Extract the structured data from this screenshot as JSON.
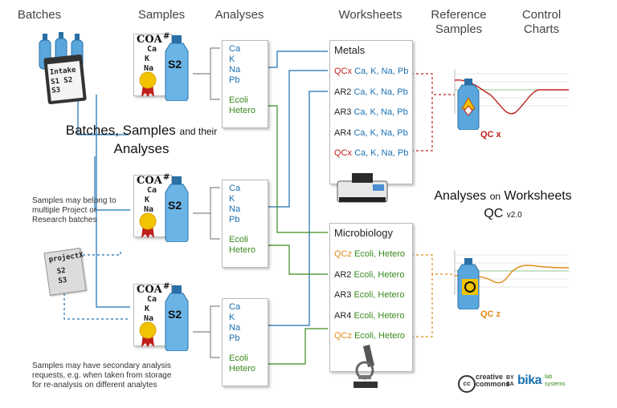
{
  "headers": {
    "batches": "Batches",
    "samples": "Samples",
    "analyses": "Analyses",
    "worksheets": "Worksheets",
    "reference_samples": "Reference\nSamples",
    "control_charts": "Control\nCharts"
  },
  "intake": {
    "title": "Intake",
    "line1": "S1 S2",
    "line2": "S3"
  },
  "projectx": {
    "title": "projectX",
    "line1": "S2",
    "line2": "S3"
  },
  "samples": [
    {
      "coa": "COA",
      "hash": "#",
      "elements": [
        "Ca",
        "K",
        "Na"
      ],
      "label": "S2"
    },
    {
      "coa": "COA",
      "hash": "#",
      "elements": [
        "Ca",
        "K",
        "Na"
      ],
      "label": "S2"
    },
    {
      "coa": "COA",
      "hash": "#",
      "elements": [
        "Ca",
        "K",
        "Na"
      ],
      "label": "S2"
    }
  ],
  "analyses": [
    {
      "chem": [
        "Ca",
        "K",
        "Na",
        "Pb"
      ],
      "micro": [
        "Ecoli",
        "Hetero"
      ]
    },
    {
      "chem": [
        "Ca",
        "K",
        "Na",
        "Pb"
      ],
      "micro": [
        "Ecoli",
        "Hetero"
      ]
    },
    {
      "chem": [
        "Ca",
        "K",
        "Na",
        "Pb"
      ],
      "micro": [
        "Ecoli",
        "Hetero"
      ]
    }
  ],
  "heading_main": {
    "part1": "Batches, Samples",
    "part2": "and their",
    "part3": "Analyses"
  },
  "notes": {
    "batches": "Samples may belong to\nmultiple Project or\nResearch batches",
    "secondary": "Samples may have secondary analysis\nrequests, e.g. when taken from storage\nfor re-analysis on different analytes"
  },
  "worksheets": {
    "metals": {
      "title": "Metals",
      "rows": [
        {
          "slot": "QCx",
          "kind": "qcx",
          "values": "Ca, K, Na, Pb"
        },
        {
          "slot": "AR2",
          "kind": "ar",
          "values": "Ca, K, Na, Pb"
        },
        {
          "slot": "AR3",
          "kind": "ar",
          "values": "Ca, K, Na, Pb"
        },
        {
          "slot": "AR4",
          "kind": "ar",
          "values": "Ca, K, Na, Pb"
        },
        {
          "slot": "QCx",
          "kind": "qcx",
          "values": "Ca, K, Na, Pb"
        }
      ]
    },
    "micro": {
      "title": "Microbiology",
      "rows": [
        {
          "slot": "QCz",
          "kind": "qcz",
          "values": "Ecoli, Hetero"
        },
        {
          "slot": "AR2",
          "kind": "ar",
          "values": "Ecoli, Hetero"
        },
        {
          "slot": "AR3",
          "kind": "ar",
          "values": "Ecoli, Hetero"
        },
        {
          "slot": "AR4",
          "kind": "ar",
          "values": "Ecoli, Hetero"
        },
        {
          "slot": "QCz",
          "kind": "qcz",
          "values": "Ecoli, Hetero"
        }
      ]
    }
  },
  "references": {
    "x": "QC x",
    "z": "QC z"
  },
  "title_right": {
    "part1": "Analyses",
    "part2": "on",
    "part3": "Worksheets",
    "part4": "QC",
    "version": "v2.0"
  },
  "footer": {
    "cc1": "creative",
    "cc2": "commons",
    "by": "BY",
    "sa": "SA",
    "bika": "bika",
    "lab": "lab",
    "systems": "systems"
  },
  "colors": {
    "blue": "#1a6fb0",
    "green": "#3a8a1e",
    "red": "#c0201a",
    "orange": "#e08a1a"
  }
}
